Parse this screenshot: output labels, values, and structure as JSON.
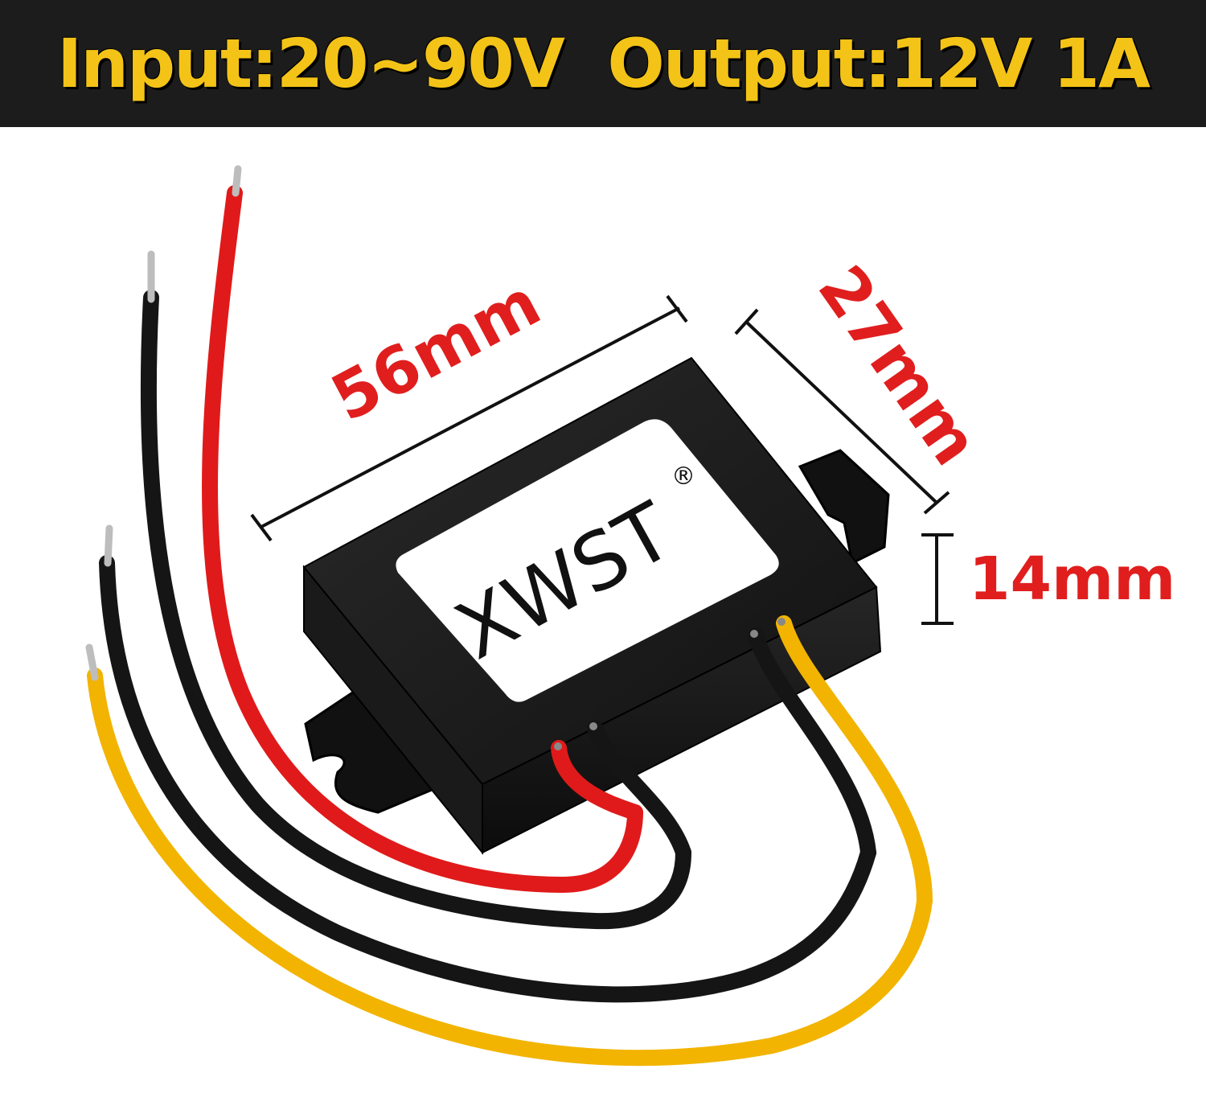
{
  "banner": {
    "text": "Input:20~90V  Output:12V 1A"
  },
  "product": {
    "brand": "XWST",
    "registered_mark": "®"
  },
  "dimensions": {
    "length": "56mm",
    "width": "27mm",
    "height": "14mm"
  },
  "colors": {
    "banner_bg": "#1c1c1c",
    "banner_text": "#f3c317",
    "dimension_text": "#e01e1e",
    "wire_red": "#e01a1a",
    "wire_black": "#151515",
    "wire_yellow": "#f2b400",
    "housing": "#151515"
  }
}
